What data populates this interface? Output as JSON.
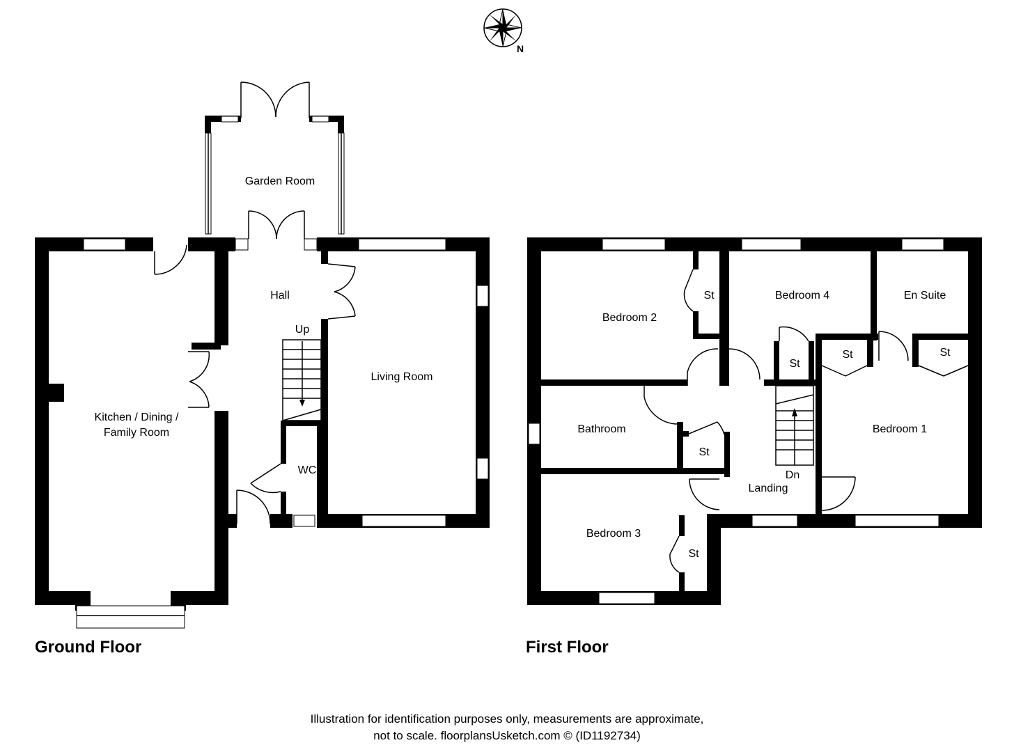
{
  "compass": {
    "north_label": "N",
    "icon": "compass-rose-icon"
  },
  "ground_floor": {
    "title": "Ground Floor",
    "rooms": {
      "garden_room": "Garden Room",
      "hall": "Hall",
      "stairs_up": "Up",
      "kitchen_line1": "Kitchen / Dining /",
      "kitchen_line2": "Family Room",
      "living_room": "Living Room",
      "wc": "WC"
    }
  },
  "first_floor": {
    "title": "First Floor",
    "rooms": {
      "bedroom_2": "Bedroom 2",
      "bedroom_2_store": "St",
      "bedroom_4": "Bedroom 4",
      "bedroom_4_store": "St",
      "en_suite": "En Suite",
      "bedroom_1_store_left": "St",
      "bedroom_1_store_right": "St",
      "bathroom": "Bathroom",
      "landing_store": "St",
      "bedroom_1": "Bedroom 1",
      "stairs_down": "Dn",
      "landing": "Landing",
      "bedroom_3": "Bedroom 3",
      "bedroom_3_store": "St"
    }
  },
  "disclaimer": {
    "line1": "Illustration for identification purposes only, measurements are approximate,",
    "line2": "not to scale. floorplansUsketch.com © (ID1192734)"
  }
}
